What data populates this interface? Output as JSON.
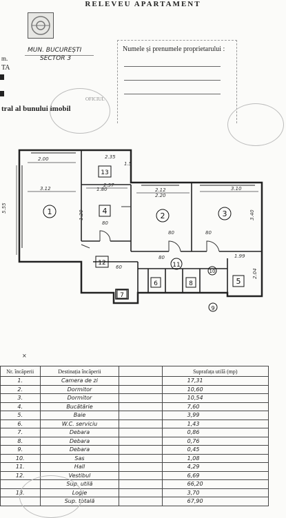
{
  "header": {
    "title": "RELEVEU APARTAMENT",
    "locality": "MUN. BUCUREȘTI",
    "sector": "SECTOR 3",
    "line_prefix": "m.",
    "line_ta": "TA",
    "cadastre_text": "tral al bunului imobil"
  },
  "owner": {
    "label": "Numele și prenumele proprietarului :"
  },
  "stamp_text": "OFICIUL",
  "plan": {
    "rooms": [
      "1",
      "2",
      "3",
      "4",
      "5",
      "6",
      "7",
      "8",
      "9",
      "10",
      "11",
      "12",
      "13"
    ],
    "dimensions": [
      "2.35",
      "1.5",
      "2.00",
      "3.12",
      "2.57",
      "1.80",
      "5.55",
      "1.20",
      "80",
      "2.12",
      "2.20",
      "3.40",
      "3.10",
      "60",
      "1.99",
      "2.04",
      "80",
      "80",
      "80"
    ]
  },
  "table": {
    "headers": [
      "Nr. încăperii",
      "Destinația încăperii",
      "Suprafața utilă (mp)"
    ],
    "rows": [
      {
        "nr": "1.",
        "dest": "Camera de zi",
        "area": "17,31"
      },
      {
        "nr": "2.",
        "dest": "Dormitor",
        "area": "10,60"
      },
      {
        "nr": "3.",
        "dest": "Dormitor",
        "area": "10,54"
      },
      {
        "nr": "4.",
        "dest": "Bucătărie",
        "area": "7,60"
      },
      {
        "nr": "5.",
        "dest": "Baie",
        "area": "3,99"
      },
      {
        "nr": "6.",
        "dest": "W.C. serviciu",
        "area": "1,43"
      },
      {
        "nr": "7.",
        "dest": "Debara",
        "area": "0,86"
      },
      {
        "nr": "8.",
        "dest": "Debara",
        "area": "0,76"
      },
      {
        "nr": "9.",
        "dest": "Debara",
        "area": "0,45"
      },
      {
        "nr": "10.",
        "dest": "Sas",
        "area": "1,08"
      },
      {
        "nr": "11.",
        "dest": "Hall",
        "area": "4,29"
      },
      {
        "nr": "12.",
        "dest": "Vestibul",
        "area": "6,69"
      },
      {
        "nr": "",
        "dest": "Sup. utilă",
        "area": "66,20"
      },
      {
        "nr": "13.",
        "dest": "Logie",
        "area": "3,70"
      },
      {
        "nr": "",
        "dest": "Sup. totală",
        "area": "67,90"
      }
    ]
  }
}
